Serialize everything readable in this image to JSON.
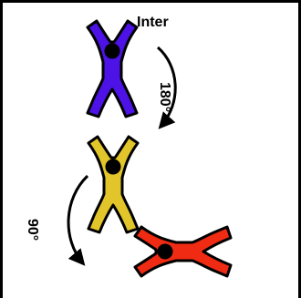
{
  "diagram": {
    "title": "Inter",
    "rotation_labels": [
      {
        "text": "180°"
      },
      {
        "text": "90°"
      }
    ],
    "figures": [
      {
        "name": "jumper-1",
        "color": "#4d12e6"
      },
      {
        "name": "jumper-2",
        "color": "#e2c52a"
      },
      {
        "name": "jumper-3",
        "color": "#ef2b14"
      }
    ]
  }
}
